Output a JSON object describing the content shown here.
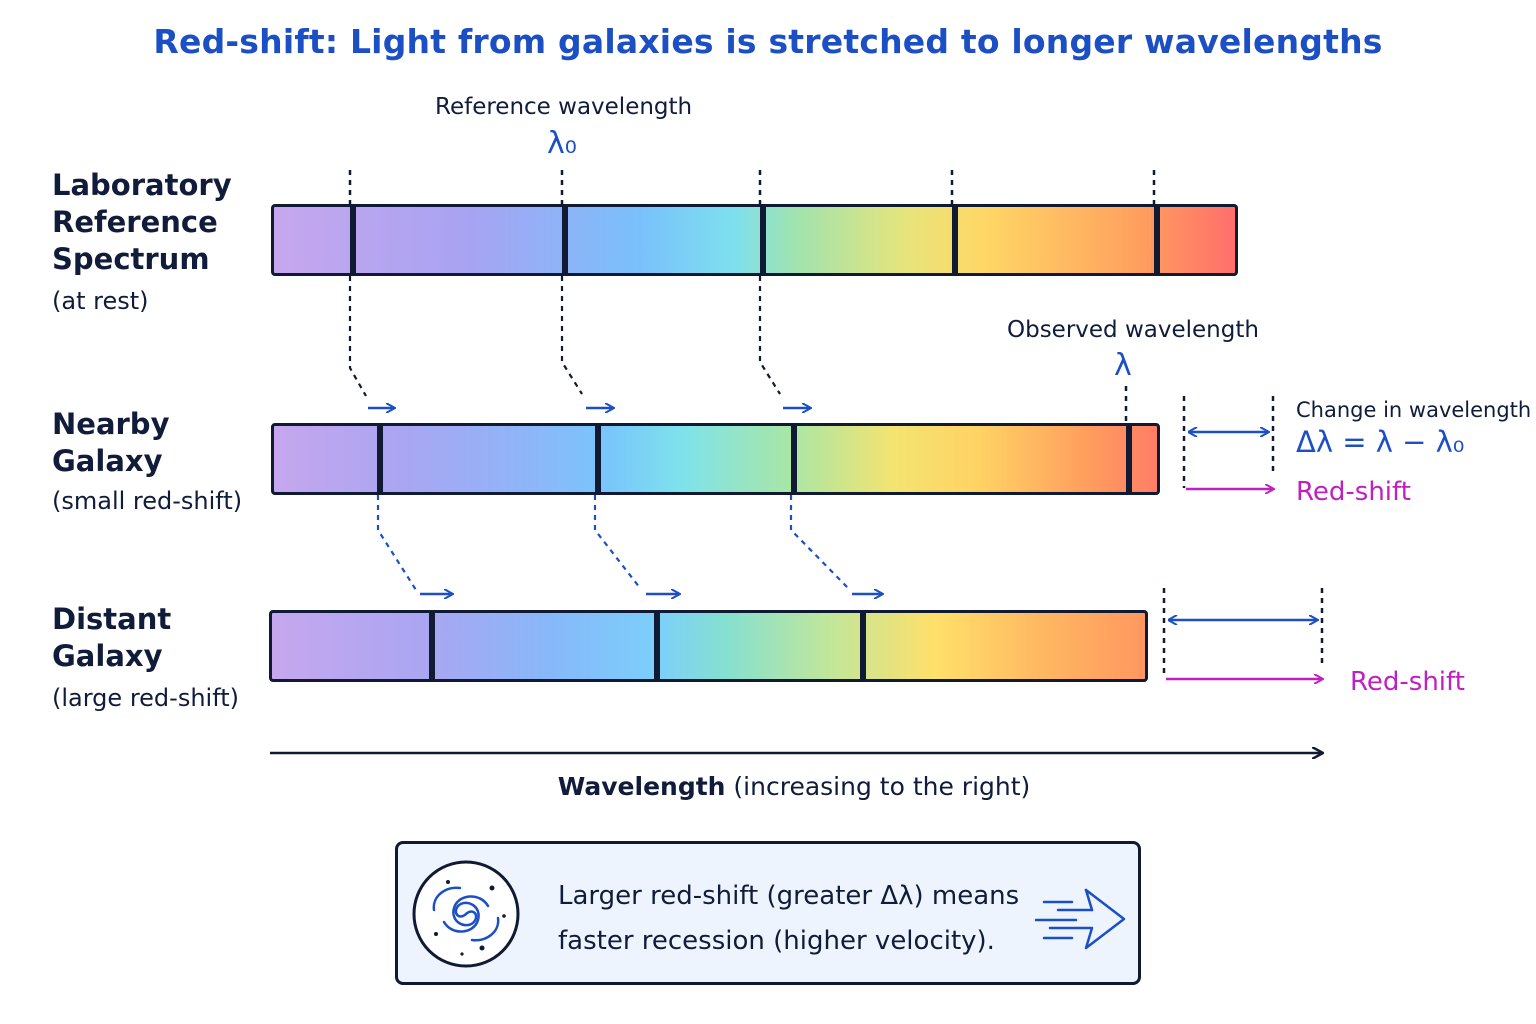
{
  "title": "Red-shift: Light from galaxies is stretched to longer wavelengths",
  "reference": {
    "label": "Reference wavelength",
    "symbol": "λ₀"
  },
  "observed": {
    "label": "Observed wavelength",
    "symbol": "λ"
  },
  "rows": [
    {
      "title_lines": [
        "Laboratory",
        "Reference",
        "Spectrum"
      ],
      "subtitle": "(at rest)"
    },
    {
      "title_lines": [
        "Nearby",
        "Galaxy"
      ],
      "subtitle": "(small red-shift)"
    },
    {
      "title_lines": [
        "Distant",
        "Galaxy"
      ],
      "subtitle": "(large red-shift)"
    }
  ],
  "change": {
    "label": "Change in wavelength",
    "formula": "Δλ = λ − λ₀"
  },
  "redshift_label_1": "Red-shift",
  "redshift_label_2": "Red-shift",
  "axis": {
    "label_bold": "Wavelength",
    "label_rest": " (increasing to the right)"
  },
  "note": {
    "line1": "Larger red-shift (greater Δλ) means",
    "line2": "faster recession (higher velocity)."
  },
  "icons": [
    "galaxy-icon",
    "motion-arrow-icon"
  ],
  "colors": {
    "accent": "#1c4fc4",
    "redshift": "#c020c0",
    "outline": "#111a33"
  }
}
